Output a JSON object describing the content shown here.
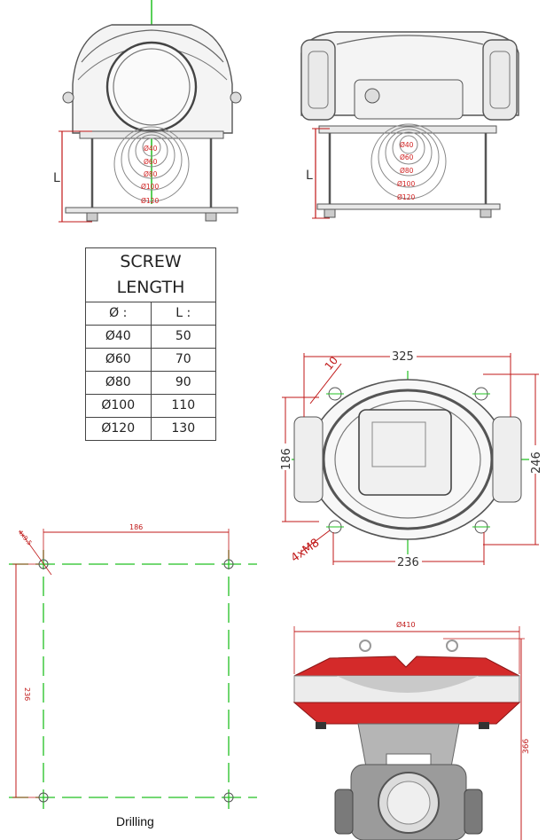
{
  "front_view": {
    "dim_letter": "L",
    "circle_labels": [
      "Ø40",
      "Ø60",
      "Ø80",
      "Ø100",
      "Ø120"
    ]
  },
  "side_view": {
    "dim_letter": "L",
    "circle_labels": [
      "Ø40",
      "Ø60",
      "Ø80",
      "Ø100",
      "Ø120"
    ]
  },
  "screw_table": {
    "title_line1": "SCREW",
    "title_line2": "LENGTH",
    "header_diameter": "Ø :",
    "header_length": "L :",
    "rows": [
      {
        "d": "Ø40",
        "l": "50"
      },
      {
        "d": "Ø60",
        "l": "70"
      },
      {
        "d": "Ø80",
        "l": "90"
      },
      {
        "d": "Ø100",
        "l": "110"
      },
      {
        "d": "Ø120",
        "l": "130"
      }
    ]
  },
  "top_view": {
    "width_top": "325",
    "bolt_offset": "10",
    "height_left": "186",
    "height_right": "246",
    "bolt_spec": "4xM8",
    "width_bottom": "236"
  },
  "drilling": {
    "width": "186",
    "height": "236",
    "hole_spec": "4x9.5",
    "caption": "Drilling"
  },
  "render_view": {
    "diameter": "Ø410",
    "height": "366"
  },
  "colors": {
    "centerline": "#22c022",
    "dimension": "#c01818",
    "cad_line": "#555555",
    "housing_red": "#d42a2a"
  }
}
